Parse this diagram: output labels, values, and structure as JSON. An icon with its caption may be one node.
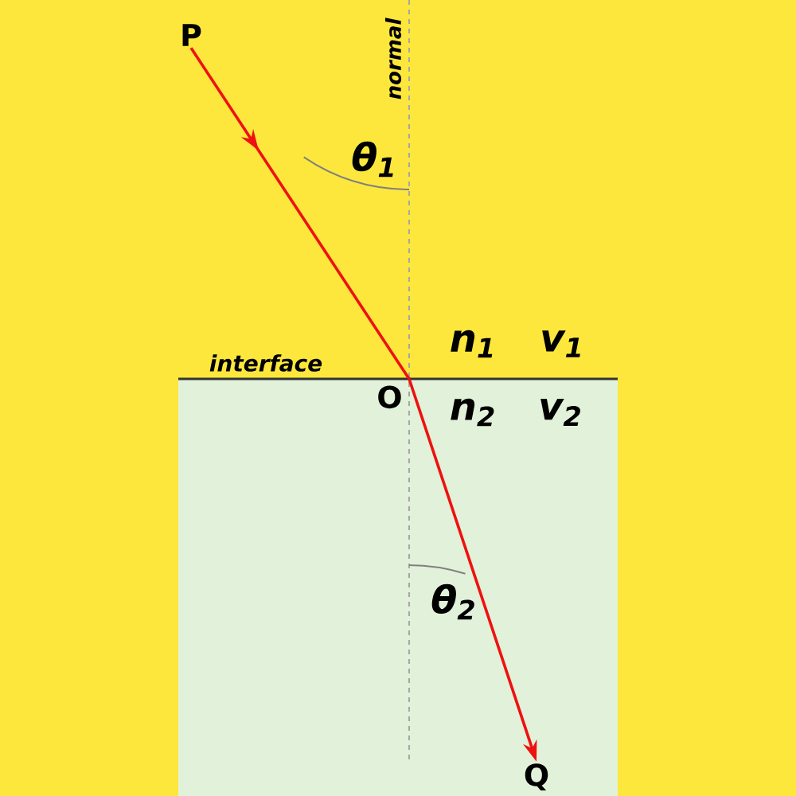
{
  "diagram": {
    "nodes": [
      {
        "text": [
          "P"
        ]
      },
      {
        "text": [
          "O"
        ]
      },
      {
        "text": [
          "Q"
        ]
      }
    ],
    "edges": [
      {
        "from": 0,
        "to": 1,
        "arrow": "to"
      },
      {
        "from": 1,
        "to": 2,
        "arrow": "to"
      }
    ],
    "labels": [
      "normal",
      "θ$_{1}$",
      "interface",
      "n$_{1}$",
      "v$_{1}$",
      "n$_{2}$",
      "v$_{2}$",
      "θ$_{2}$"
    ]
  }
}
